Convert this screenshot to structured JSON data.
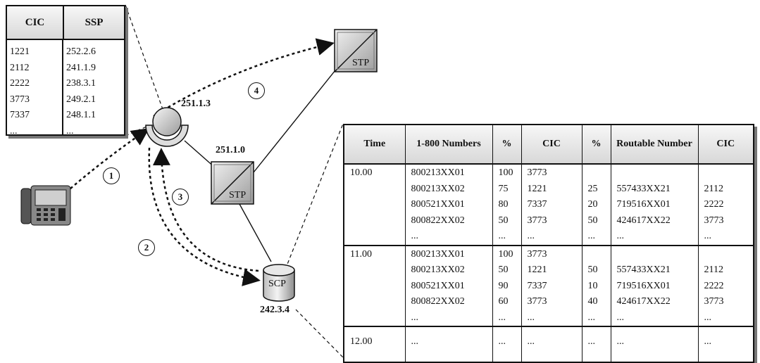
{
  "cic_ssp_table": {
    "headers": [
      "CIC",
      "SSP"
    ],
    "rows": [
      [
        "1221",
        "252.2.6"
      ],
      [
        "2112",
        "241.1.9"
      ],
      [
        "2222",
        "238.3.1"
      ],
      [
        "3773",
        "249.2.1"
      ],
      [
        "7337",
        "248.1.1"
      ],
      [
        "...",
        "..."
      ]
    ]
  },
  "nodes": {
    "ssp_address": "251.1.3",
    "stp_mid_address": "251.1.0",
    "stp_mid_label": "STP",
    "stp_top_label": "STP",
    "scp_label": "SCP",
    "scp_address": "242.3.4"
  },
  "steps": [
    "1",
    "2",
    "3",
    "4"
  ],
  "routing_table": {
    "headers": [
      "Time",
      "1-800 Numbers",
      "%",
      "CIC",
      "%",
      "Routable Number",
      "CIC"
    ],
    "groups": [
      {
        "time": "10.00",
        "numbers": [
          "800213XX01",
          "800213XX02",
          "800521XX01",
          "800822XX02",
          "..."
        ],
        "pct1": [
          "100",
          "75",
          "80",
          "50",
          "..."
        ],
        "cic1": [
          "3773",
          "1221",
          "7337",
          "3773",
          "..."
        ],
        "pct2": [
          "",
          "25",
          "20",
          "50",
          "..."
        ],
        "routable": [
          "",
          "557433XX21",
          "719516XX01",
          "424617XX22",
          "..."
        ],
        "cic2": [
          "",
          "2112",
          "2222",
          "3773",
          "..."
        ]
      },
      {
        "time": "11.00",
        "numbers": [
          "800213XX01",
          "800213XX02",
          "800521XX01",
          "800822XX02",
          "..."
        ],
        "pct1": [
          "100",
          "50",
          "90",
          "60",
          "..."
        ],
        "cic1": [
          "3773",
          "1221",
          "7337",
          "3773",
          "..."
        ],
        "pct2": [
          "",
          "50",
          "10",
          "40",
          "..."
        ],
        "routable": [
          "",
          "557433XX21",
          "719516XX01",
          "424617XX22",
          "..."
        ],
        "cic2": [
          "",
          "2112",
          "2222",
          "3773",
          "..."
        ]
      },
      {
        "time": "12.00",
        "numbers": [
          "..."
        ],
        "pct1": [
          "..."
        ],
        "cic1": [
          "..."
        ],
        "pct2": [
          "..."
        ],
        "routable": [
          "..."
        ],
        "cic2": [
          "..."
        ]
      }
    ]
  }
}
